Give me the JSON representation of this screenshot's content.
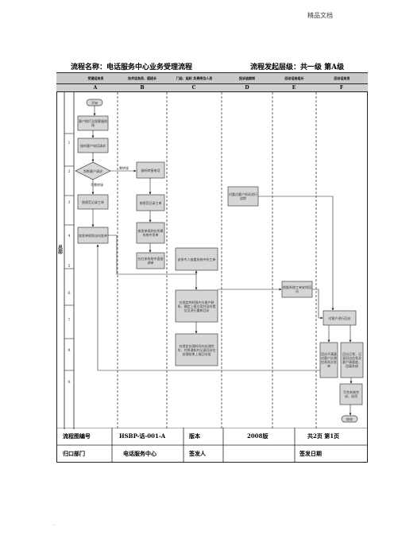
{
  "page_header": "精品文档",
  "process": {
    "name_label": "流程名称：电话服务中心业务受理流程",
    "level_label": "流程发起层级：共一级 第A级"
  },
  "roles": [
    "受理话务员",
    "技术话务员、值班长",
    "门店、组织 负责岗位人员",
    "投诉追踪岗",
    "回访话务组长",
    "回访话务员"
  ],
  "columns": [
    "A",
    "B",
    "C",
    "D",
    "E",
    "F"
  ],
  "side_label": "总部",
  "rows": [
    "1",
    "2",
    "3",
    "4",
    "5",
    "6",
    "7",
    "8",
    "9"
  ],
  "nodes": {
    "start": "开始",
    "a_dial": "客户拨打全国客服热线",
    "a_answer": "接听客户电话请求",
    "a_decision": "判断客户请求",
    "a_decision_yes": "需转接",
    "a_decision_no": "不需转接",
    "a_record": "按规范记录工单",
    "a_dispatch": "按发单规则派向发单",
    "b_answer": "接听转接电话",
    "b_record": "按规范记录工单",
    "b_dispatch": "按发单规则在所属系统中发单",
    "b_query": "在红体系统中直接调单",
    "c_assign": "安排专人查看系统中的工单",
    "c_handle1": "在规定的时限内与客户联系，确定上报方案并及时提交至进行重新回访",
    "c_handle2": "在规定处理时间内处理完毕，并将通知并记录回访在处理结果上报回访组",
    "d_track": "对重点客户投诉进行追踪",
    "e_order": "根据系统工单安排回访",
    "f_receive": "对客户进行回访",
    "f_unsatisfied": "回访不满意对客户反馈信息再次发单",
    "f_satisfied": "回访正常，记录回访信息及客户满意度，回填系统",
    "f_close": "写完系统完成，选项",
    "end": "结束"
  },
  "footer": {
    "code_label": "流程图编号",
    "code_value": "HSBP-话-001-A",
    "version_label": "版本",
    "version_value": "2008版",
    "pages": "共2页 第1页",
    "dept_label": "归口部门",
    "dept_value": "电话服务中心",
    "signer_label": "签发人",
    "date_label": "签发日期"
  },
  "bottom_mark": "."
}
